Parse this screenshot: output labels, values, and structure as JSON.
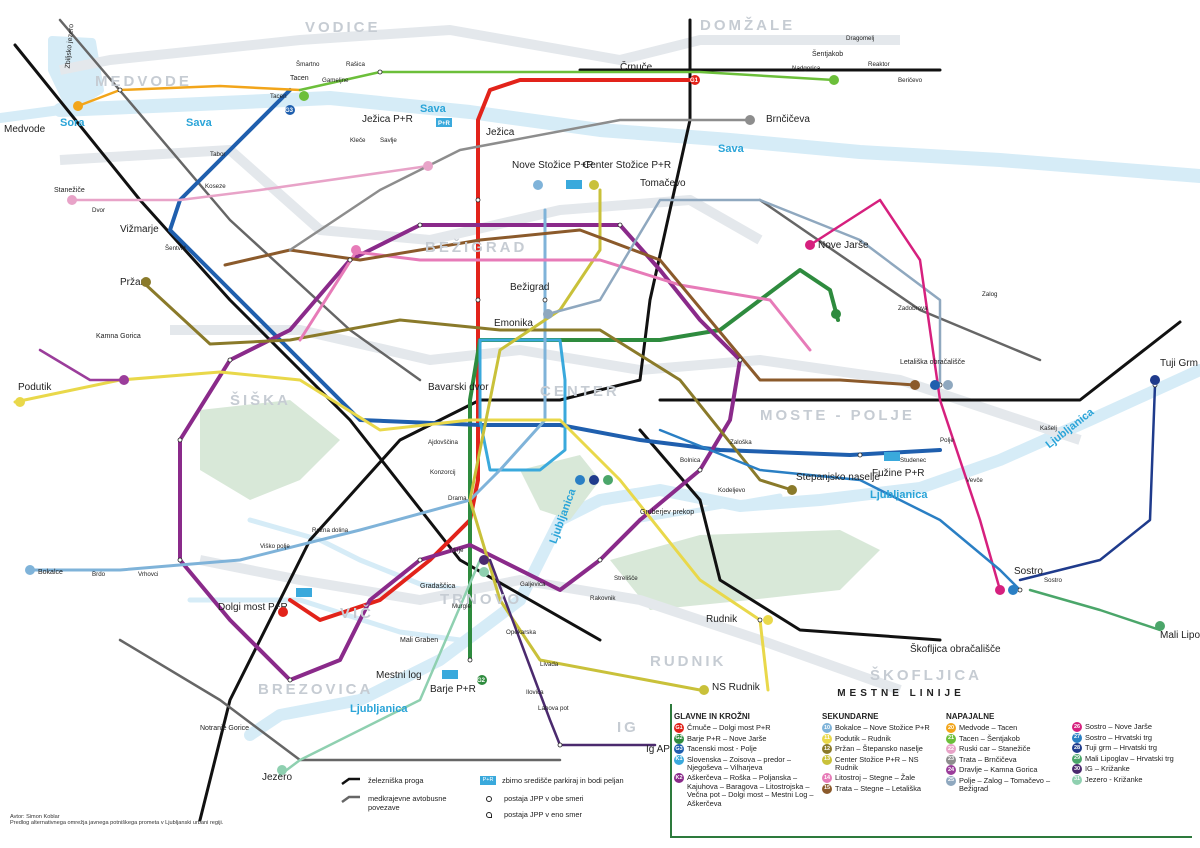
{
  "districts": [
    "VODICE",
    "DOMŽALE",
    "MEDVODE",
    "BEŽIGRAD",
    "ŠIŠKA",
    "CENTER",
    "MOSTE - POLJE",
    "VIČ",
    "TRNOVO",
    "RUDNIK",
    "BREZOVICA",
    "ŠKOFLJICA",
    "IG"
  ],
  "rivers": [
    "Sava",
    "Sava",
    "Sava",
    "Ljubljanica",
    "Ljubljanica",
    "Ljubljanica",
    "Ljubljanica",
    "Sora",
    "Zbiljsko jezero",
    "Mali Graben",
    "Gradaščica",
    "Gruberjev prekop"
  ],
  "pr_hubs": [
    "Ježica P+R",
    "Nove Stožice P+R",
    "Center Stožice P+R",
    "Fužine P+R",
    "Dolgi most P+R",
    "Barje P+R",
    "P+R"
  ],
  "major_places": [
    "Medvode",
    "Vižmarje",
    "Stanežiče",
    "Pržan",
    "Kamna Gorica",
    "Podutik",
    "Bokalce",
    "Notranje Gorice",
    "Jezero",
    "Ig AP",
    "Rudnik",
    "NS Rudnik",
    "Škofljica obračališče",
    "Sostro",
    "Mali Lipoglav",
    "Tuji Grm",
    "Letališka obračališče",
    "Brnčičeva",
    "Tomačevo",
    "Nove Jarše",
    "Črnuče",
    "Ježica",
    "Bežigrad",
    "Emonika",
    "Bavarski dvor",
    "Mestni log",
    "Stepanjsko naselje",
    "Šentjakob",
    "Tacen"
  ],
  "stations": [
    "Šmartno",
    "Tacen",
    "Gameljne",
    "Rašica",
    "Šentvid",
    "Tabor",
    "Koseze",
    "Vrhovci",
    "Brdo",
    "Viško polje",
    "Rožna dolina",
    "Ajdovščina",
    "Konzorcij",
    "Drama",
    "Mirje",
    "Murgle",
    "Opekarska",
    "Livada",
    "Ilovica",
    "Lahova pot",
    "Galjevica",
    "Rakovnik",
    "Strelišče",
    "Kodeljevo",
    "Bolnica",
    "Zaloška",
    "Studenec",
    "Vevče",
    "Zadobrova",
    "Zalog",
    "Polje",
    "Kašelj",
    "Dragomelj",
    "Nadgorica",
    "Beričevo",
    "Reaktor",
    "Savlje",
    "Kleče",
    "Dvor",
    "Sostro"
  ],
  "line_labels": [
    "G1",
    "G2",
    "G3",
    "K1",
    "K2",
    "10",
    "11",
    "12",
    "13",
    "14",
    "15",
    "20",
    "21",
    "22",
    "23",
    "24",
    "25",
    "26",
    "27",
    "28",
    "29",
    "30",
    "31"
  ],
  "legend": {
    "title": "MESTNE LINIJE",
    "symbols": [
      {
        "label": "železniška proga"
      },
      {
        "label": "medkrajevne avtobusne povezave"
      }
    ],
    "symbols_right": [
      {
        "label": "zbirno središče parkiraj in bodi peljan"
      },
      {
        "label": "postaja JPP v obe smeri"
      },
      {
        "label": "postaja JPP v eno smer"
      }
    ],
    "pr_badge": "P+R",
    "col1": {
      "heading": "GLAVNE IN KROŽNI",
      "rows": [
        {
          "badge": "G1",
          "color": "#e2231a",
          "text": "Črnuče – Dolgi most P+R"
        },
        {
          "badge": "G2",
          "color": "#2e8b3e",
          "text": "Barje P+R – Nove Jarše"
        },
        {
          "badge": "G3",
          "color": "#1f5fae",
          "text": "Tacenski most - Polje"
        },
        {
          "badge": "K1",
          "color": "#3aa9dc",
          "text": "Slovenska – Zoisova – predor – Njegoševa – Vilharjeva"
        },
        {
          "badge": "K2",
          "color": "#8a2a8a",
          "text": "Aškerčeva – Roška – Poljanska –Kajuhova – Baragova – Litostrojska – Večna pot – Dolgi most – Mestni Log – Aškerčeva"
        }
      ]
    },
    "col2": {
      "heading": "SEKUNDARNE",
      "rows": [
        {
          "badge": "10",
          "color": "#7fb3d9",
          "text": "Bokalce – Nove Stožice P+R"
        },
        {
          "badge": "11",
          "color": "#e9d84a",
          "text": "Podutik – Rudnik"
        },
        {
          "badge": "12",
          "color": "#8a7a2a",
          "text": "Pržan – Štepansko naselje"
        },
        {
          "badge": "13",
          "color": "#c9c13a",
          "text": "Center Stožice P+R – NS Rudnik"
        },
        {
          "badge": "14",
          "color": "#e77bb8",
          "text": "Litostroj – Stegne – Žale"
        },
        {
          "badge": "15",
          "color": "#8b5a2b",
          "text": "Trata – Stegne – Letališka"
        }
      ]
    },
    "col3": {
      "heading": "NAPAJALNE",
      "rows": [
        {
          "badge": "20",
          "color": "#f2a51a",
          "text": "Medvode – Tacen"
        },
        {
          "badge": "21",
          "color": "#6cbf3a",
          "text": "Tacen – Šentjakob"
        },
        {
          "badge": "22",
          "color": "#e8a3c8",
          "text": "Ruski car – Stanežiče"
        },
        {
          "badge": "23",
          "color": "#8d8d8d",
          "text": "Trata – Brnčičeva"
        },
        {
          "badge": "24",
          "color": "#9b3d9b",
          "text": "Dravlje – Kamna Gorica"
        },
        {
          "badge": "25",
          "color": "#8fa8bf",
          "text": "Polje – Zalog – Tomačevo – Bežigrad"
        }
      ]
    },
    "col4": {
      "rows": [
        {
          "badge": "26",
          "color": "#d6207e",
          "text": "Sostro – Nove Jarše"
        },
        {
          "badge": "27",
          "color": "#2a7fc4",
          "text": "Sostro – Hrvatski trg"
        },
        {
          "badge": "28",
          "color": "#1f3b8c",
          "text": "Tuji grm – Hrvatski trg"
        },
        {
          "badge": "29",
          "color": "#4ba66a",
          "text": "Mali Lipoglav – Hrvatski trg"
        },
        {
          "badge": "30",
          "color": "#4b2a6e",
          "text": "IG – Križanke"
        },
        {
          "badge": "31",
          "color": "#8fd0b0",
          "text": "Jezero - Križanke"
        }
      ]
    }
  },
  "author": "Avtor: Simon Koblar",
  "description": "Predlog alternativnega omrežja javnega potniškega prometa v Ljubljanski urbani regiji.",
  "colors": {
    "river": "#d6ecf7",
    "park": "#d8e8d8",
    "border": "#2d7a3c"
  }
}
